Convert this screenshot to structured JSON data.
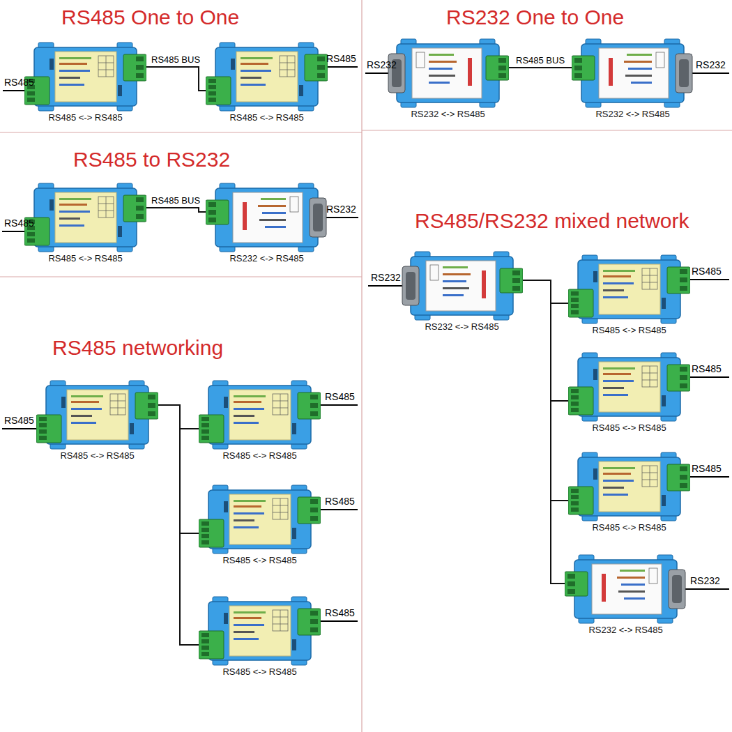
{
  "diagram": {
    "nodes": [
      {
        "text": [
          "RS485 One to One"
        ]
      },
      {
        "text": [
          "RS485 <-> RS485"
        ],
        "in": 0
      },
      {
        "text": [
          "RS485 <-> RS485"
        ],
        "in": 0
      },
      {
        "text": [
          "RS232 One to One"
        ]
      },
      {
        "text": [
          "RS232 <-> RS485"
        ],
        "in": 3
      },
      {
        "text": [
          "RS232 <-> RS485"
        ],
        "in": 3
      },
      {
        "text": [
          "RS485 to RS232"
        ]
      },
      {
        "text": [
          "RS485 <-> RS485"
        ],
        "in": 6
      },
      {
        "text": [
          "RS232 <-> RS485"
        ],
        "in": 6
      },
      {
        "text": [
          "RS485/RS232 mixed network"
        ]
      },
      {
        "text": [
          "RS232 <-> RS485"
        ],
        "in": 9
      },
      {
        "text": [
          "RS485 <-> RS485"
        ],
        "in": 9
      },
      {
        "text": [
          "RS485 <-> RS485"
        ],
        "in": 9
      },
      {
        "text": [
          "RS485 <-> RS485"
        ],
        "in": 9
      },
      {
        "text": [
          "RS232 <-> RS485"
        ],
        "in": 9
      },
      {
        "text": [
          "RS485 networking"
        ]
      },
      {
        "text": [
          "RS485 <-> RS485"
        ],
        "in": 15
      },
      {
        "text": [
          "RS485 <-> RS485"
        ],
        "in": 15
      },
      {
        "text": [
          "RS485 <-> RS485"
        ],
        "in": 15
      },
      {
        "text": [
          "RS485 <-> RS485"
        ],
        "in": 15
      }
    ],
    "edges": [
      {
        "from": 1,
        "to": 2,
        "arrow": "none",
        "label": "RS485 BUS"
      },
      {
        "from": 4,
        "to": 5,
        "arrow": "none",
        "label": "RS485 BUS"
      },
      {
        "from": 7,
        "to": 8,
        "arrow": "none",
        "label": "RS485 BUS"
      },
      {
        "from": 10,
        "to": 11,
        "arrow": "none"
      },
      {
        "from": 10,
        "to": 12,
        "arrow": "none"
      },
      {
        "from": 10,
        "to": 13,
        "arrow": "none"
      },
      {
        "from": 10,
        "to": 14,
        "arrow": "none"
      },
      {
        "from": 16,
        "to": 17,
        "arrow": "none"
      },
      {
        "from": 16,
        "to": 18,
        "arrow": "none"
      },
      {
        "from": 16,
        "to": 19,
        "arrow": "none"
      }
    ],
    "labels": [
      "RS485",
      "RS485",
      "RS232",
      "RS232",
      "RS485",
      "RS232",
      "RS232",
      "RS485",
      "RS485",
      "RS485",
      "RS232",
      "RS485",
      "RS485",
      "RS485",
      "RS485"
    ]
  }
}
